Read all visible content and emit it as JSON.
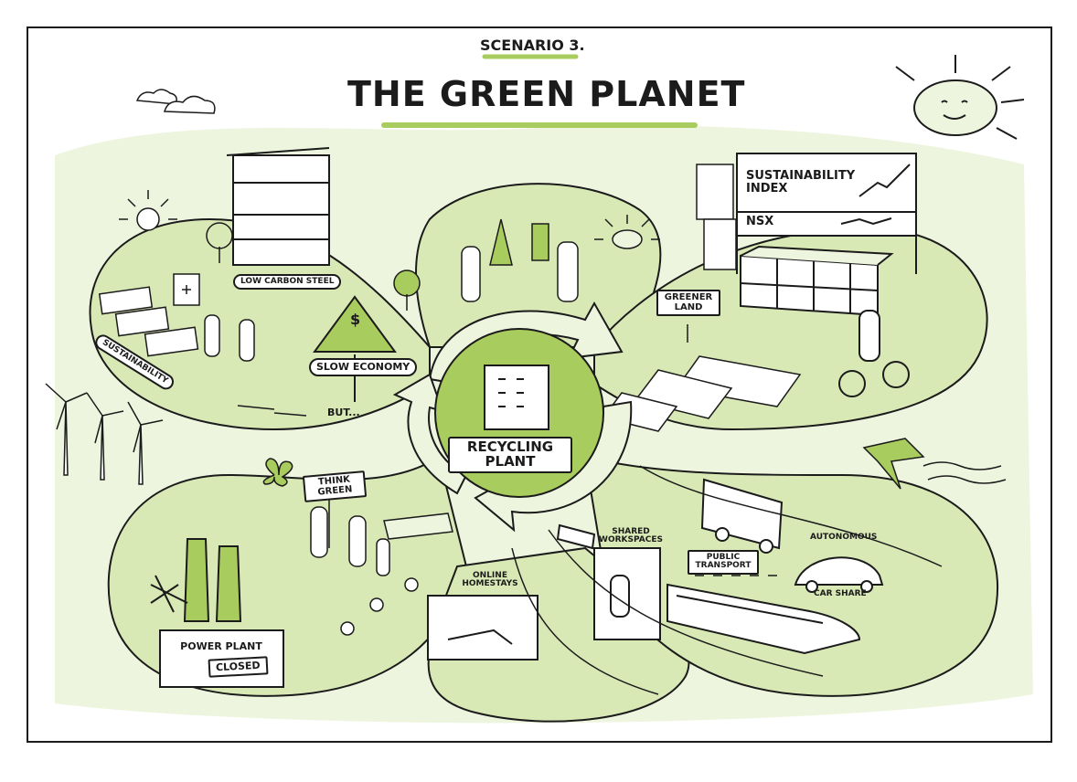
{
  "header": {
    "scenario": "SCENARIO 3.",
    "title": "THE GREEN PLANET"
  },
  "labels": {
    "low_carbon_steel": "LOW CARBON STEEL",
    "sustainability": "SUSTAINABILITY",
    "slow_economy": "SLOW ECONOMY",
    "but": "BUT...",
    "dollar": "$",
    "sustainability_index": "SUSTAINABILITY INDEX",
    "nsx": "NSX",
    "greener_land": "GREENER LAND",
    "recycling_plant": "RECYCLING PLANT",
    "think_green": "THINK GREEN",
    "power_plant": "POWER PLANT",
    "closed": "CLOSED",
    "online_homestays": "ONLINE HOMESTAYS",
    "shared_workspaces": "SHARED WORKSPACES",
    "public_transport": "PUBLIC TRANSPORT",
    "autonomous": "AUTONOMOUS",
    "car_share": "CAR SHARE"
  },
  "colors": {
    "leaf_green": "#d9e9b6",
    "accent_green": "#a9cc5e",
    "ink": "#1b1b1b",
    "paper": "#ffffff"
  }
}
